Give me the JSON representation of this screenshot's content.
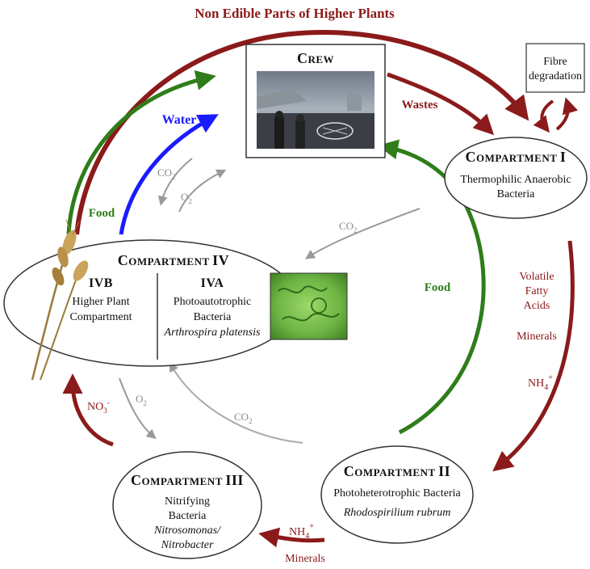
{
  "title": "Non Edible Parts of Higher Plants",
  "crew": {
    "label_big": "C",
    "label_small": "REW"
  },
  "fibre": {
    "line1": "Fibre",
    "line2": "degradation"
  },
  "comp1": {
    "big": "C",
    "small": "OMPARTMENT ",
    "num": "I",
    "line1": "Thermophilic Anaerobic",
    "line2": "Bacteria"
  },
  "comp2": {
    "big": "C",
    "small": "OMPARTMENT ",
    "num": "II",
    "line1": "Photoheterotrophic Bacteria",
    "line2": "Rhodospirilium rubrum"
  },
  "comp3": {
    "big": "C",
    "small": "OMPARTMENT ",
    "num": "III",
    "line1": "Nitrifying",
    "line2": "Bacteria",
    "line3": "Nitrosomonas/",
    "line4": "Nitrobacter"
  },
  "comp4": {
    "big": "C",
    "small": "OMPARTMENT ",
    "num": "IV",
    "b_head": "IVB",
    "b_line1": "Higher Plant",
    "b_line2": "Compartment",
    "a_head": "IVA",
    "a_line1": "Photoautotrophic",
    "a_line2": "Bacteria",
    "a_line3": "Arthrospira platensis"
  },
  "labels": {
    "wastes": "Wastes",
    "water": "Water",
    "food_left": "Food",
    "food_right": "Food",
    "co2": "CO",
    "co2_sub": "2",
    "o2": "O",
    "o2_sub": "2",
    "vfa1": "Volatile",
    "vfa2": "Fatty",
    "vfa3": "Acids",
    "minerals_right": "Minerals",
    "nh4": "NH",
    "nh4_sub": "4",
    "nh4_sup": "+",
    "no3": "NO",
    "no3_sub": "3",
    "no3_sup": "-",
    "minerals_bottom": "Minerals"
  },
  "colors": {
    "dark_red": "#8b1a1a",
    "green": "#2e7d1a",
    "blue": "#1a1aff",
    "gray": "#8a8a8a"
  }
}
